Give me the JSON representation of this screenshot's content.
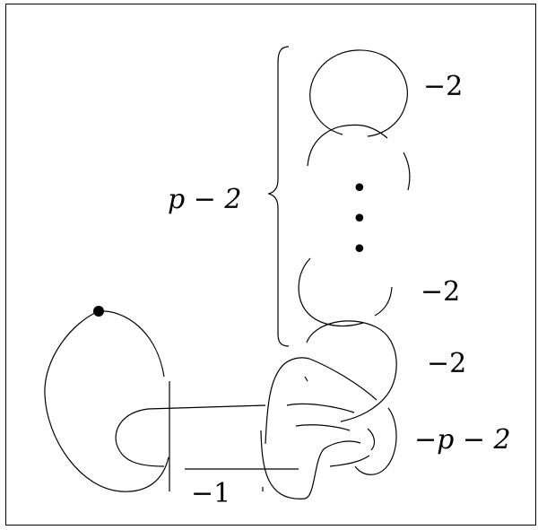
{
  "labels": {
    "top_coeff": "−2",
    "p_minus_2": "p − 2",
    "mid_coeff": "−2",
    "lower_coeff": "−2",
    "minus_p_minus_2": "−p − 2",
    "minus_one": "−1"
  },
  "dots": "•"
}
